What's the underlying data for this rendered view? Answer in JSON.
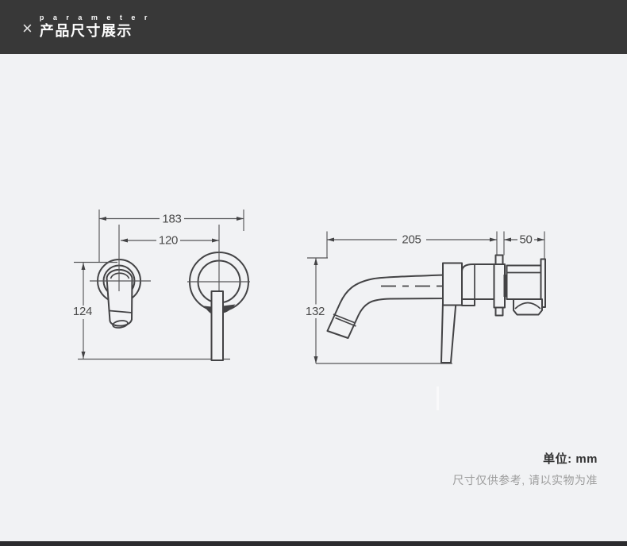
{
  "header": {
    "close_icon": "×",
    "tagline": "p a r a m e t e r",
    "title": "产品尺寸展示"
  },
  "diagram": {
    "type": "technical-drawing",
    "views": [
      "front-view",
      "side-view"
    ],
    "front_view": {
      "overall_width_mm": "183",
      "hole_spacing_mm": "120",
      "height_mm": "124"
    },
    "side_view": {
      "spout_reach_mm": "205",
      "wall_depth_mm": "50",
      "height_mm": "132"
    }
  },
  "footer": {
    "unit_label": "单位: mm",
    "disclaimer": "尺寸仅供参考, 请以实物为准"
  },
  "colors": {
    "header_bg": "#383838",
    "page_bg": "#f1f2f4",
    "line": "#434345",
    "dim_text": "#4a4a4a",
    "unit_text": "#333333",
    "muted_text": "#9d9d9d",
    "bottom_bar": "#2b2b2e"
  }
}
